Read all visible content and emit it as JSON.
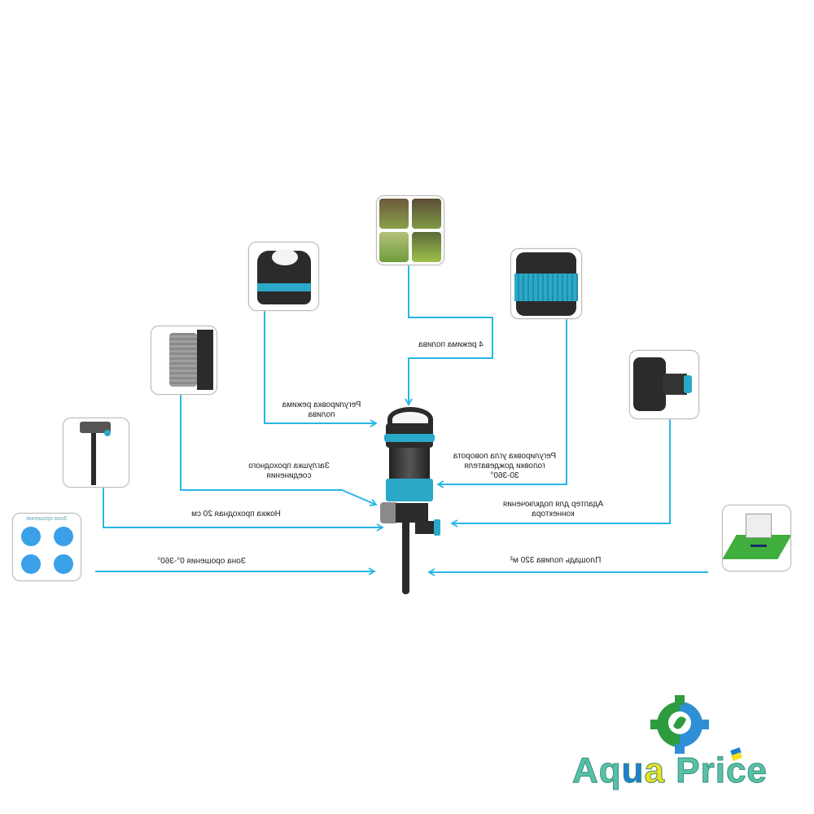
{
  "labels": {
    "modes_count": "4 режима полива",
    "mode_adjust": [
      "Регулировка режима",
      "полива"
    ],
    "plug": [
      "Заглушка проходного",
      "соединения"
    ],
    "spike": "Ножка проходная 20 см",
    "zone": "Зона орошения 0°-360°",
    "angle_adjust": [
      "Регулировка угла поворота",
      "головки дождевателя",
      "30-360°"
    ],
    "adapter": [
      "Адаптер для подключения",
      "коннектора"
    ],
    "area": "Площадь полива 320 м²"
  },
  "zone_thumb_title": "Зона орошения",
  "logo": {
    "text_part1": "Aq",
    "text_u": "u",
    "text_a": "a",
    "text_part2": " Price"
  },
  "colors": {
    "line": "#29b6e6",
    "accent": "#2aa9c9",
    "body": "#2b2b2b"
  }
}
